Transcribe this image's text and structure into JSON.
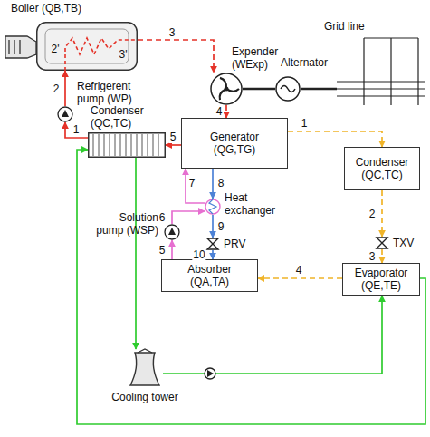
{
  "diagram": {
    "nodes": [
      {
        "text": [
          "Boiler (QB,TB)"
        ]
      },
      {
        "text": [
          "Expender (WExp)"
        ]
      },
      {
        "text": [
          "Alternator"
        ]
      },
      {
        "text": [
          "Grid line"
        ]
      },
      {
        "text": [
          "Refrigerent pump (WP)"
        ]
      },
      {
        "text": [
          "Condenser (QC,TC)"
        ]
      },
      {
        "text": [
          "Generator",
          "(QG,TG)"
        ]
      },
      {
        "text": [
          "Condenser",
          "(QC,TC)"
        ]
      },
      {
        "text": [
          "Heat exchanger"
        ]
      },
      {
        "text": [
          "Solution pump (WSP)"
        ]
      },
      {
        "text": [
          "PRV"
        ]
      },
      {
        "text": [
          "TXV"
        ]
      },
      {
        "text": [
          "Absorber",
          "(QA,TA)"
        ]
      },
      {
        "text": [
          "Evaporator",
          "(QE,TE)"
        ]
      },
      {
        "text": [
          "Cooling tower"
        ]
      }
    ],
    "edges": [
      {
        "from": 0,
        "to": 1,
        "arrow": "to",
        "label": "3"
      },
      {
        "from": 1,
        "to": 6,
        "arrow": "to",
        "label": "4"
      },
      {
        "from": 6,
        "to": 5,
        "arrow": "to",
        "label": "5"
      },
      {
        "from": 5,
        "to": 4,
        "arrow": "to",
        "label": "1"
      },
      {
        "from": 4,
        "to": 0,
        "arrow": "to",
        "label": "2"
      },
      {
        "from": 1,
        "to": 2,
        "arrow": "none"
      },
      {
        "from": 2,
        "to": 3,
        "arrow": "none"
      },
      {
        "from": 6,
        "to": 7,
        "arrow": "to",
        "label": "1"
      },
      {
        "from": 7,
        "to": 11,
        "arrow": "to",
        "label": "2"
      },
      {
        "from": 11,
        "to": 13,
        "arrow": "to",
        "label": "3"
      },
      {
        "from": 13,
        "to": 12,
        "arrow": "to",
        "label": "4"
      },
      {
        "from": 12,
        "to": 9,
        "arrow": "to",
        "label": "5"
      },
      {
        "from": 9,
        "to": 8,
        "arrow": "to",
        "label": "6"
      },
      {
        "from": 8,
        "to": 6,
        "arrow": "to",
        "label": "7"
      },
      {
        "from": 6,
        "to": 8,
        "arrow": "to",
        "label": "8"
      },
      {
        "from": 8,
        "to": 10,
        "arrow": "to",
        "label": "9"
      },
      {
        "from": 10,
        "to": 12,
        "arrow": "to",
        "label": "10"
      },
      {
        "from": 5,
        "to": 14,
        "arrow": "to"
      },
      {
        "from": 14,
        "to": 13,
        "arrow": "to"
      },
      {
        "from": 13,
        "to": 5,
        "arrow": "to"
      }
    ],
    "labels": [
      "2'",
      "3'"
    ]
  }
}
